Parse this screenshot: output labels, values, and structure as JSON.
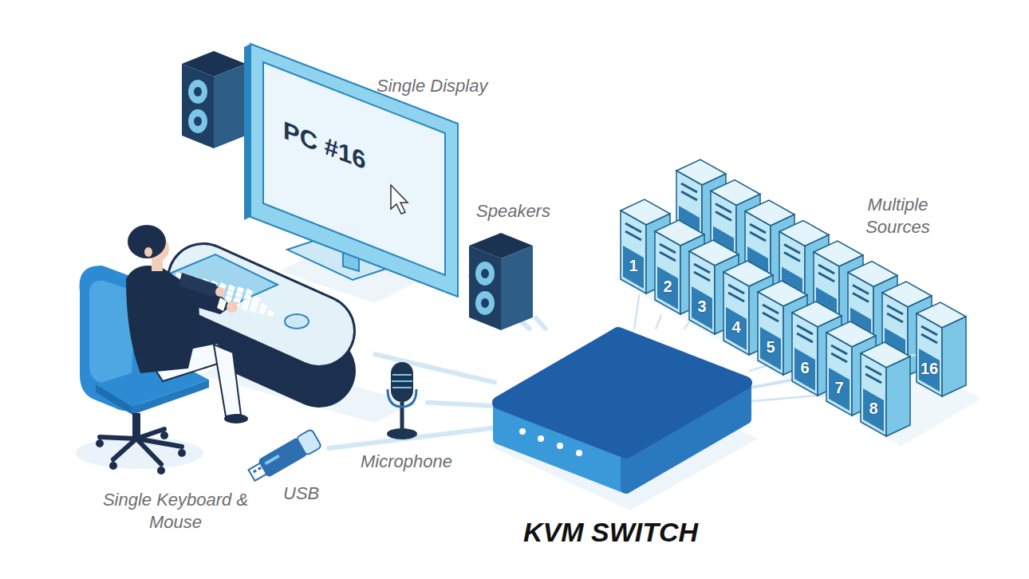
{
  "diagram": {
    "nodes": [
      {
        "text": [
          "Single Display",
          "PC #16"
        ]
      },
      {
        "text": [
          "Speakers"
        ]
      },
      {
        "text": [
          "Single Keyboard & Mouse"
        ]
      },
      {
        "text": [
          "USB"
        ]
      },
      {
        "text": [
          "Microphone"
        ]
      },
      {
        "text": [
          "KVM SWITCH"
        ]
      },
      {
        "text": [
          "1"
        ]
      },
      {
        "text": [
          "2"
        ]
      },
      {
        "text": [
          "3"
        ]
      },
      {
        "text": [
          "4"
        ]
      },
      {
        "text": [
          "5"
        ]
      },
      {
        "text": [
          "6"
        ]
      },
      {
        "text": [
          "7"
        ]
      },
      {
        "text": [
          "8"
        ]
      },
      {
        "text": [
          "16"
        ]
      }
    ],
    "edges": [
      {
        "from": 0,
        "to": 5,
        "arrow": "none"
      },
      {
        "from": 1,
        "to": 5,
        "arrow": "none"
      },
      {
        "from": 2,
        "to": 5,
        "arrow": "none"
      },
      {
        "from": 3,
        "to": 5,
        "arrow": "none"
      },
      {
        "from": 4,
        "to": 5,
        "arrow": "none"
      },
      {
        "from": 5,
        "to": 6,
        "arrow": "none"
      },
      {
        "from": 5,
        "to": 7,
        "arrow": "none"
      },
      {
        "from": 5,
        "to": 8,
        "arrow": "none"
      },
      {
        "from": 5,
        "to": 9,
        "arrow": "none"
      },
      {
        "from": 5,
        "to": 10,
        "arrow": "none"
      },
      {
        "from": 5,
        "to": 11,
        "arrow": "none"
      },
      {
        "from": 5,
        "to": 12,
        "arrow": "none"
      },
      {
        "from": 5,
        "to": 13,
        "arrow": "none"
      },
      {
        "from": 5,
        "to": 14,
        "arrow": "none"
      }
    ],
    "labels": [
      "Multiple Sources"
    ]
  }
}
